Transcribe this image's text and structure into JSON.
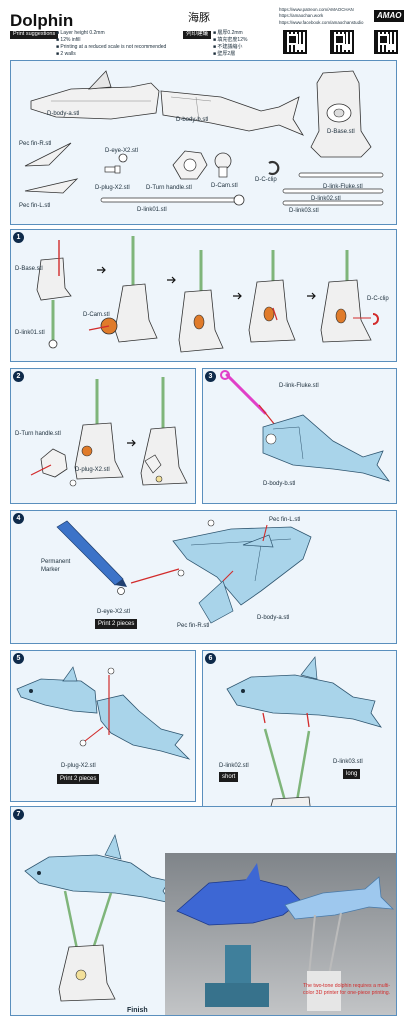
{
  "header": {
    "title": "Dolphin",
    "title_jp": "海豚",
    "print_suggestions_label": "Print suggestions",
    "print_suggestions": [
      "Layer height 0.2mm",
      "12% infill",
      "Printing at a reduced scale is not recommended",
      "2 walls"
    ],
    "jp_label": "列印建議",
    "jp_suggestions": [
      "層厚0.2mm",
      "填充密度12%",
      "不建議縮小",
      "壁厚2層"
    ],
    "links": [
      "https://www.patreon.com/AMAOCHAN",
      "https://amaochan.work",
      "https://www.facebook.com/amaochanstudio"
    ],
    "logo": "AMAO"
  },
  "parts": {
    "body_a": "D-body-a.stl",
    "body_b": "D-body-b.stl",
    "base": "D-Base.stl",
    "pec_fin_r": "Pec fin-R.stl",
    "eye_x2": "D-eye-X2.stl",
    "plug_x2": "D-plug-X2.stl",
    "turn_handle": "D-Turn handle.stl",
    "cam": "D-Cam.stl",
    "c_clip": "D-C-clip",
    "link_fluke": "D-link-Fluke.stl",
    "pec_fin_l": "Pec fin-L.stl",
    "link01": "D-link01.stl",
    "link02": "D-link02.stl",
    "link03": "D-link03.stl"
  },
  "steps": {
    "s1": {
      "num": "1",
      "base": "D-Base.stl",
      "link01": "D-link01.stl",
      "cam": "D-Cam.stl",
      "c_clip": "D-C-clip"
    },
    "s2": {
      "num": "2",
      "turn_handle": "D-Turn handle.stl",
      "plug": "D-plug-X2.stl"
    },
    "s3": {
      "num": "3",
      "link_fluke": "D-link-Fluke.stl",
      "body_b": "D-body-b.stl"
    },
    "s4": {
      "num": "4",
      "marker": "Permanent Marker",
      "eye": "D-eye-X2.stl",
      "print2": "Print 2 pieces",
      "pec_l": "Pec fin-L.stl",
      "pec_r": "Pec fin-R.stl",
      "body_a": "D-body-a.stl"
    },
    "s5": {
      "num": "5",
      "plug": "D-plug-X2.stl",
      "print2": "Print 2 pieces"
    },
    "s6": {
      "num": "6",
      "link02": "D-link02.stl",
      "short": "short",
      "link03": "D-link03.stl",
      "long": "long"
    },
    "s7": {
      "num": "7",
      "finish": "Finish",
      "note": "The two-tone dolphin requires a multi-color 3D printer for one-piece printing."
    }
  },
  "colors": {
    "panel_border": "#5a8fbd",
    "panel_bg": "#eef5fb",
    "dolphin": "#a9d4ea",
    "link_green": "#7fb57a",
    "red": "#d22b2b",
    "cam_orange": "#e07b2a",
    "magenta": "#e040c8",
    "marker_blue": "#3c73c8"
  }
}
